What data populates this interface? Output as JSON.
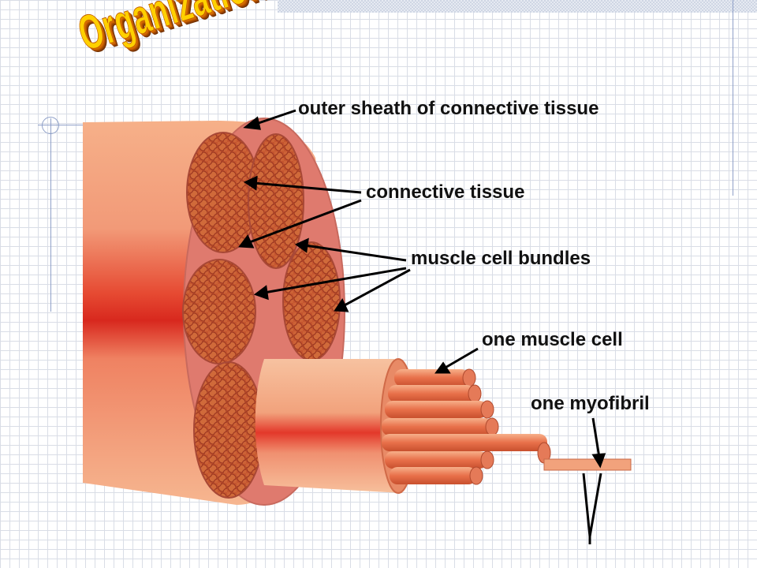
{
  "title": "Organization",
  "labels": {
    "outer_sheath": "outer sheath of connective tissue",
    "connective_tissue": "connective tissue",
    "bundles": "muscle cell bundles",
    "one_cell": "one muscle cell",
    "one_myofibril": "one myofibril"
  },
  "colors": {
    "title": "#ffd000",
    "muscle_flesh": "#f4a47e",
    "muscle_dark": "#e8392a",
    "bundle": "#c05030",
    "label_text": "#111111",
    "arrow": "#000000"
  }
}
